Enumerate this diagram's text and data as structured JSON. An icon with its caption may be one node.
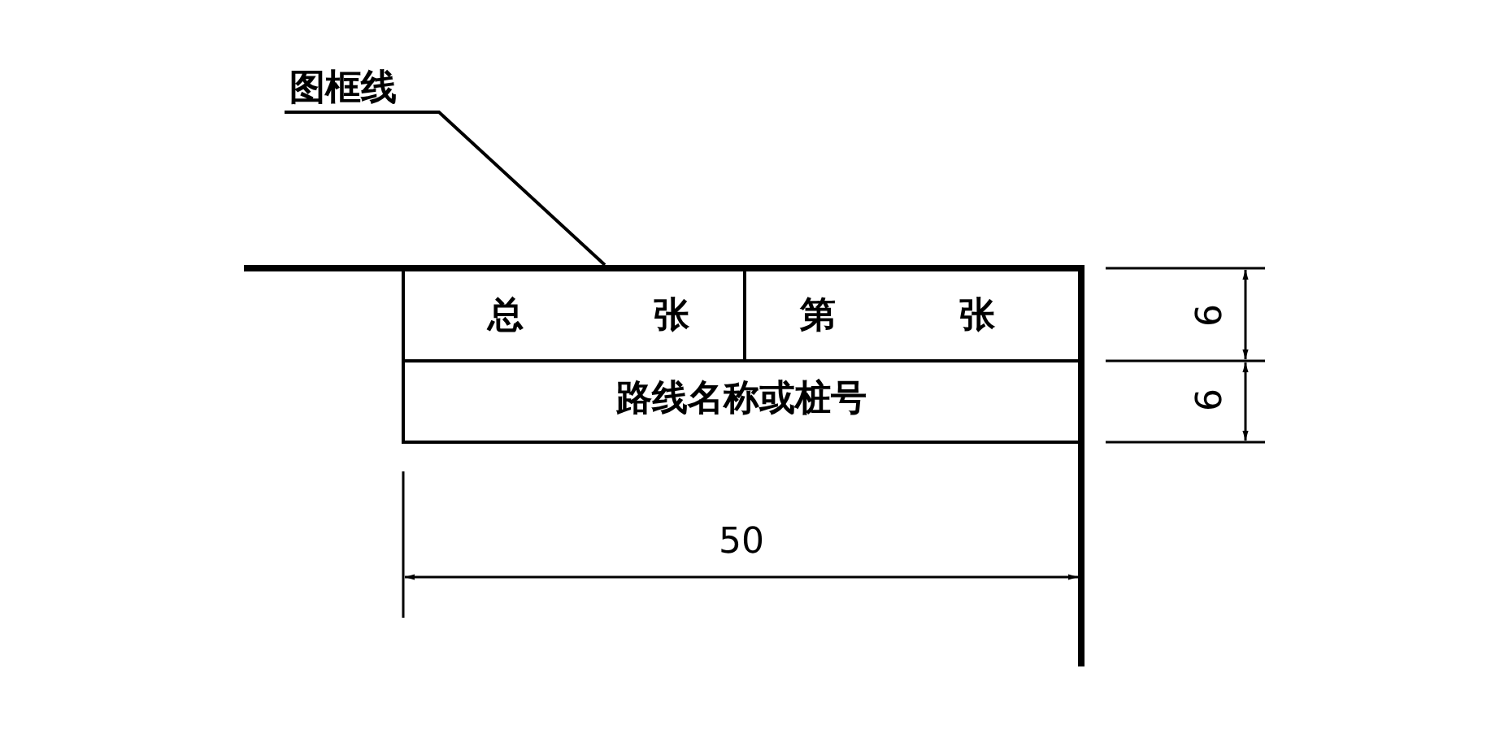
{
  "diagram": {
    "nodes": [
      {
        "text": [
          "图框线"
        ]
      },
      {
        "text": [],
        "shape": "line"
      }
    ],
    "edges": [
      {
        "from": 0,
        "to": 1,
        "arrow": "none"
      }
    ],
    "labels": [
      "总",
      "张",
      "第",
      "张",
      "路线名称或桩号",
      "6",
      "6",
      "50"
    ]
  }
}
